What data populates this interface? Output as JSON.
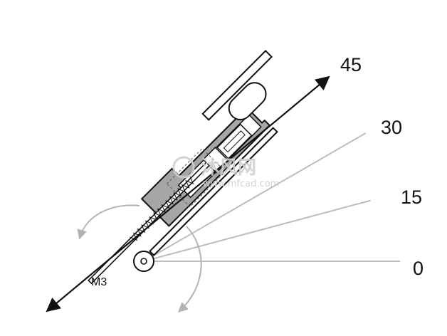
{
  "angles": [
    {
      "deg": 0,
      "label": "0"
    },
    {
      "deg": 15,
      "label": "15"
    },
    {
      "deg": 30,
      "label": "30"
    },
    {
      "deg": 45,
      "label": "45"
    }
  ],
  "part_label": "M3",
  "watermark": {
    "text": "沐风网",
    "url": "www.mfcad.com"
  },
  "colors": {
    "ink": "#111111",
    "ray": "#bdbdbd",
    "housing_fill": "#a6a6a6",
    "curve_arrow": "#b3b3b3",
    "watermark": "#cfcfcf"
  }
}
